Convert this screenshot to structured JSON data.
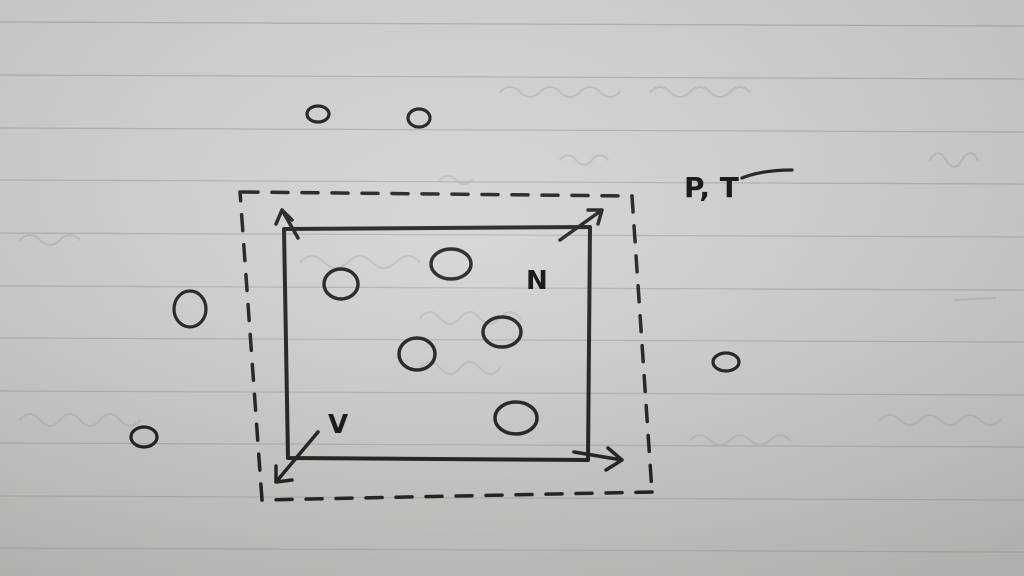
{
  "labels": {
    "n": "N",
    "v": "V",
    "p_t": "P, T"
  },
  "colors": {
    "paper": "#d4d3d1",
    "ruled_line": "#a9afbf",
    "ink": "#1c1c1c",
    "bleed_through": "#b9b8b6"
  }
}
